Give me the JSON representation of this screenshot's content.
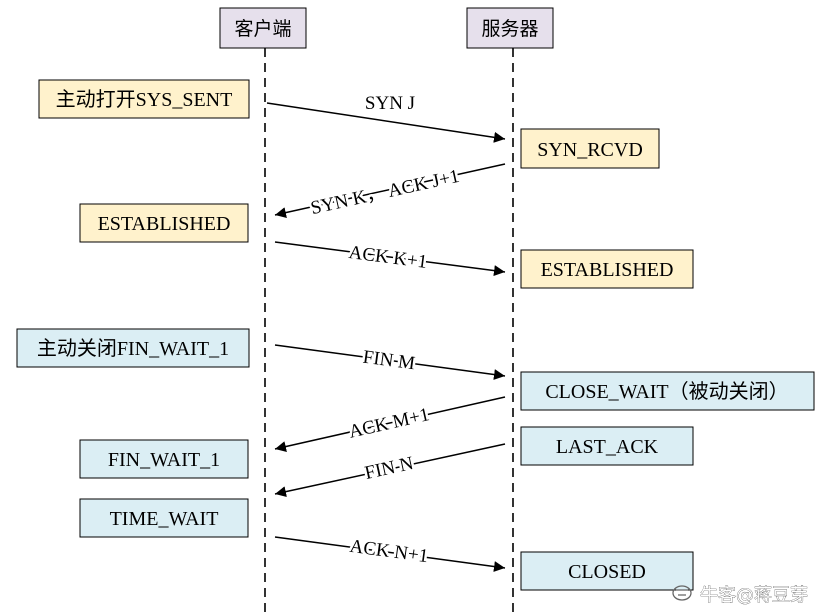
{
  "lanes": {
    "client": "客户端",
    "server": "服务器"
  },
  "colors": {
    "header_fill": "#e6e0ec",
    "establish_fill": "#fff2cc",
    "teardown_fill": "#dbeef4",
    "line": "#000000"
  },
  "client_states": {
    "active_open": "主动打开SYS_SENT",
    "established": "ESTABLISHED",
    "active_close": "主动关闭FIN_WAIT_1",
    "fin_wait": "FIN_WAIT_1",
    "time_wait": "TIME_WAIT"
  },
  "server_states": {
    "syn_rcvd": "SYN_RCVD",
    "established": "ESTABLISHED",
    "close_wait": "CLOSE_WAIT（被动关闭）",
    "last_ack": "LAST_ACK",
    "closed": "CLOSED"
  },
  "messages": {
    "syn": "SYN J",
    "syn_ack": "SYN K，  ACK J+1",
    "ack1": "ACK K+1",
    "fin1": "FIN M",
    "ack2": "ACK M+1",
    "fin2": "FIN N",
    "ack3": "ACK N+1"
  },
  "watermark": "牛客@蒋豆芽"
}
